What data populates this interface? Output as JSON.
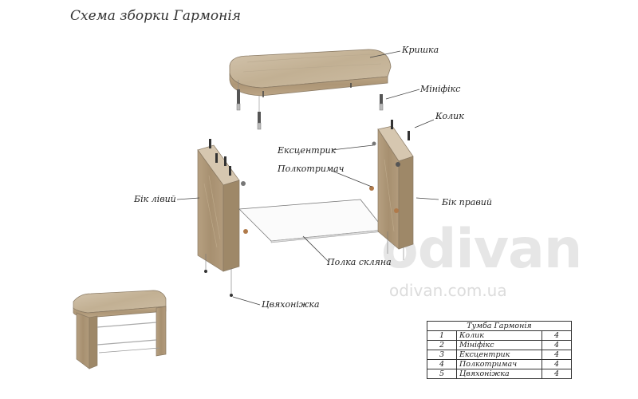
{
  "title": "Схема зборки Гармонія",
  "labels": {
    "top": "Кришка",
    "minifix": "Мініфікс",
    "dowel": "Колик",
    "eccentric": "Ексцентрик",
    "shelf_holder": "Полкотримач",
    "left_side": "Бік лівий",
    "right_side": "Бік правий",
    "glass_shelf": "Полка скляна",
    "foot_nail": "Цвяхоніжка"
  },
  "watermark": {
    "brand": "odivan",
    "site": "odivan.com.ua"
  },
  "parts_table": {
    "heading": "Тумба Гармонія",
    "rows": [
      {
        "n": "1",
        "name": "Колик",
        "qty": "4"
      },
      {
        "n": "2",
        "name": "Мініфікс",
        "qty": "4"
      },
      {
        "n": "3",
        "name": "Ексцентрик",
        "qty": "4"
      },
      {
        "n": "4",
        "name": "Полкотримач",
        "qty": "4"
      },
      {
        "n": "5",
        "name": "Цвяхоніжка",
        "qty": "4"
      }
    ]
  },
  "colors": {
    "wood_top": "#cbbba3",
    "wood_front": "#b9a486",
    "wood_edge": "#a48e70",
    "line": "#555555"
  }
}
